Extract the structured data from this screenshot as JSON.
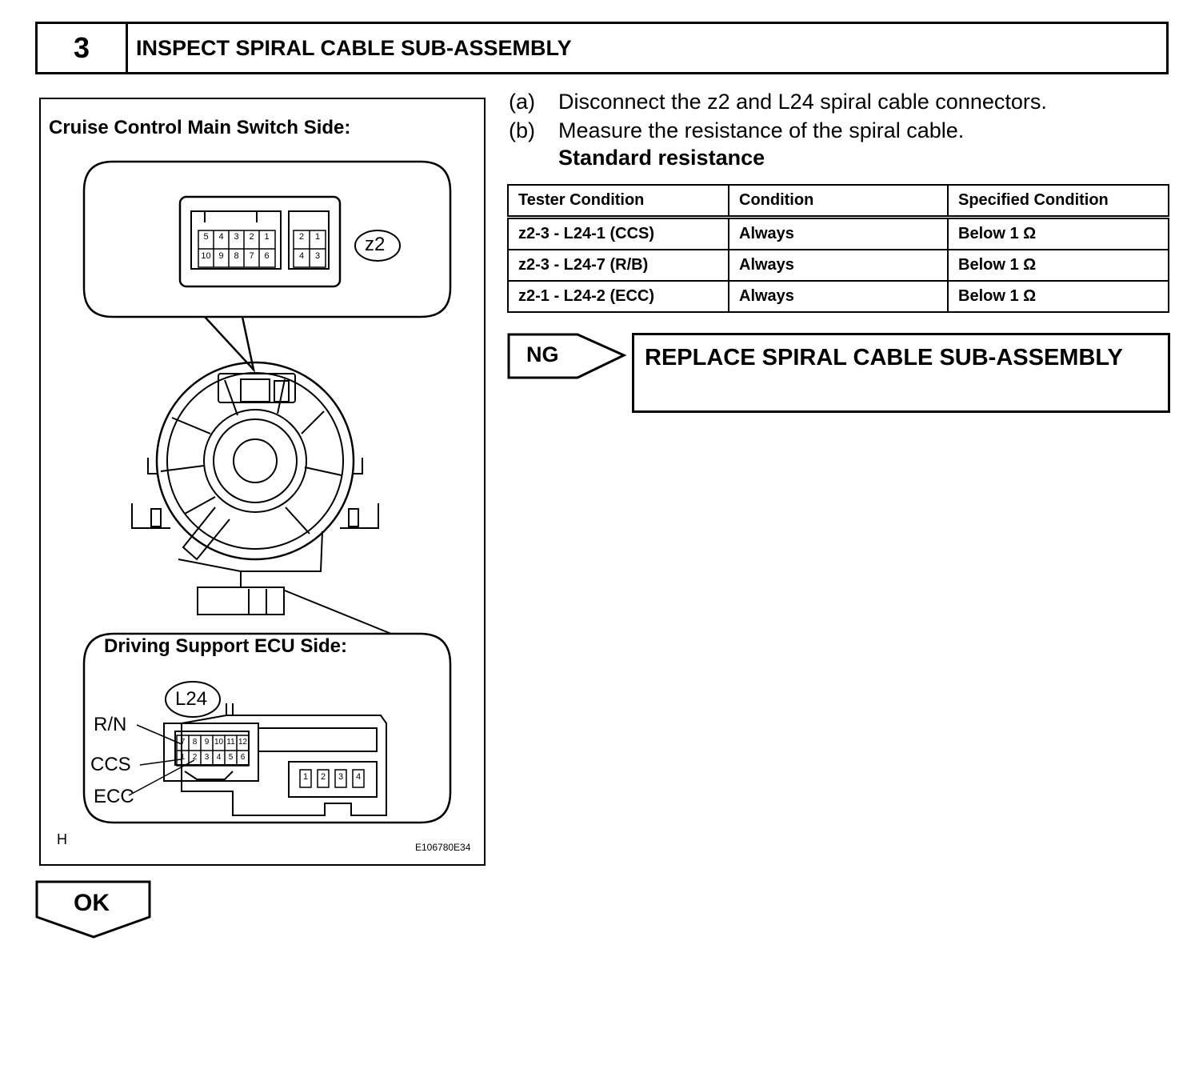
{
  "step": {
    "number": "3",
    "title": "INSPECT SPIRAL CABLE SUB-ASSEMBLY"
  },
  "figure": {
    "top_label": "Cruise Control Main Switch Side:",
    "bottom_label": "Driving Support ECU Side:",
    "z2_connector_id": "z2",
    "z2_pins_large_top": [
      "5",
      "4",
      "3",
      "2",
      "1"
    ],
    "z2_pins_large_bottom": [
      "10",
      "9",
      "8",
      "7",
      "6"
    ],
    "z2_pins_small_top": [
      "2",
      "1"
    ],
    "z2_pins_small_bottom": [
      "4",
      "3"
    ],
    "l24_connector_id": "L24",
    "l24_pins_top": [
      "7",
      "8",
      "9",
      "10",
      "11",
      "12"
    ],
    "l24_pins_bottom": [
      "1",
      "2",
      "3",
      "4",
      "5",
      "6"
    ],
    "l24_aux_pins": [
      "1",
      "2",
      "3",
      "4"
    ],
    "wire_labels": [
      "R/N",
      "CCS",
      "ECC"
    ],
    "corner_mark": "H",
    "figure_code": "E106780E34"
  },
  "instructions": [
    {
      "letter": "(a)",
      "text": "Disconnect the z2 and L24 spiral cable connectors."
    },
    {
      "letter": "(b)",
      "text": "Measure the resistance of the spiral cable."
    }
  ],
  "standard_label": "Standard resistance",
  "table": {
    "headers": [
      "Tester Condition",
      "Condition",
      "Specified Condition"
    ],
    "rows": [
      [
        "z2-3 - L24-1 (CCS)",
        "Always",
        "Below 1 Ω"
      ],
      [
        "z2-3 - L24-7 (R/B)",
        "Always",
        "Below 1 Ω"
      ],
      [
        "z2-1 - L24-2 (ECC)",
        "Always",
        "Below 1 Ω"
      ]
    ]
  },
  "ng": {
    "label": "NG",
    "action": "REPLACE SPIRAL CABLE SUB-ASSEMBLY"
  },
  "ok": {
    "label": "OK"
  }
}
